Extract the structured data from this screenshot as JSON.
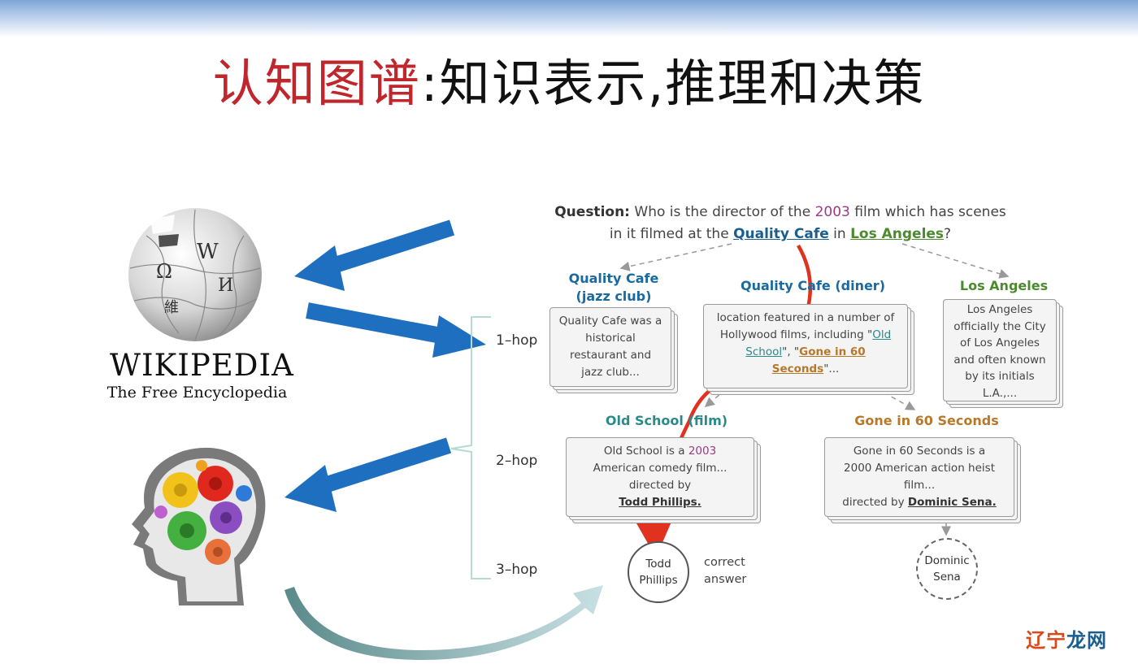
{
  "title": {
    "part1": "认知图谱",
    "part2": ":知识表示,推理和决策"
  },
  "wikipedia": {
    "name": "WIKIPEDIA",
    "tagline": "The Free Encyclopedia",
    "glyph_omega": "Ω",
    "glyph_w": "W",
    "glyph_i": "И",
    "glyph_wei": "維"
  },
  "question": {
    "label": "Question:",
    "t1": "Who is the director of the ",
    "year": "2003",
    "t2": " film which has scenes",
    "t3": "in it filmed at the ",
    "entity1": "Quality Cafe",
    "t4": " in ",
    "entity2": "Los Angeles",
    "t5": "?"
  },
  "hops": [
    "1–hop",
    "2–hop",
    "3–hop"
  ],
  "nodes": {
    "qc_jazz": {
      "title1": "Quality Cafe",
      "title2": "(jazz club)",
      "text1": "Quality Cafe was a",
      "text2": "historical",
      "text3": "restaurant and",
      "text4": "jazz club..."
    },
    "qc_diner": {
      "title": "Quality Cafe (diner)",
      "text1": "location featured in a number of",
      "text2": "Hollywood films, including \"",
      "link1a": "Old",
      "link1b": "School",
      "text3": "\", \"",
      "link2a": "Gone in 60",
      "link2b": "Seconds",
      "text4": "\"..."
    },
    "la": {
      "title": "Los Angeles",
      "text1": "Los Angeles",
      "text2": "officially the City",
      "text3": "of Los Angeles",
      "text4": "and often known",
      "text5": "by its initials",
      "text6": "L.A.,..."
    },
    "old_school": {
      "title": "Old School (film)",
      "text1a": "Old School is a ",
      "year": "2003",
      "text2": "American comedy film...",
      "text3": "directed by",
      "director": "Todd Phillips."
    },
    "gone60": {
      "title": "Gone in 60 Seconds",
      "text1": "Gone in 60 Seconds is a",
      "text2": "2000 American action heist",
      "text3": "film...",
      "text4a": "directed by ",
      "director": "Dominic Sena."
    }
  },
  "answers": {
    "todd": {
      "line1": "Todd",
      "line2": "Phillips"
    },
    "correct": {
      "line1": "correct",
      "line2": "answer"
    },
    "dominic": {
      "line1": "Dominic",
      "line2": "Sena"
    }
  },
  "watermark": {
    "part1": "辽宁",
    "part2": "龙网"
  },
  "colors": {
    "title_red": "#c0272d",
    "arrow_blue": "#1f6fc0",
    "path_red": "#e0321e"
  }
}
